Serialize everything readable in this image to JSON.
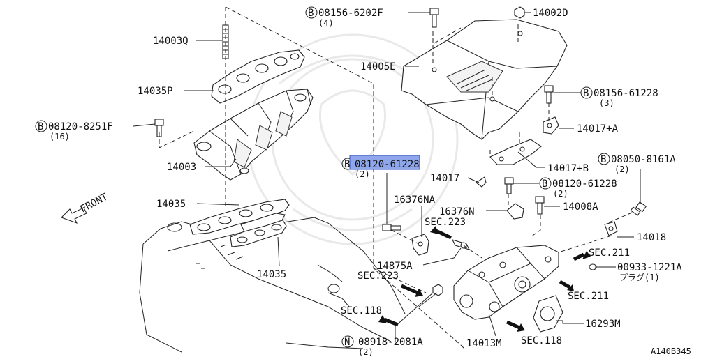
{
  "diagram": {
    "code": "A140B345",
    "front": "FRONT",
    "callouts": {
      "bolt_top_code": "08156-6202F",
      "bolt_top_qty": "(4)",
      "nut_14002d": "14002D",
      "stud_14003q": "14003Q",
      "cover_14005e": "14005E",
      "gasket_14035p": "14035P",
      "bolt_right_code": "08156-61228",
      "bolt_right_qty": "(3)",
      "bolt_left_code": "08120-8251F",
      "bolt_left_qty": "(16)",
      "bracket_14017a": "14017+A",
      "manifold_14003": "14003",
      "selected_bolt_code": "08120-61228",
      "selected_bolt_qty": "(2)",
      "bracket_14017b": "14017+B",
      "bolt_8161a_code": "08050-8161A",
      "bolt_8161a_qty": "(2)",
      "bracket_14017": "14017",
      "bolt_mid_code": "08120-61228",
      "bolt_mid_qty": "(2)",
      "gasket_14035": "14035",
      "hose_16376na": "16376NA",
      "hose_16376n": "16376N",
      "bolt_14008a": "14008A",
      "sec223_a": "SEC.223",
      "bracket_14018": "14018",
      "bracket_14875a": "14875A",
      "sec211_a": "SEC.211",
      "gasket_14035b": "14035",
      "sec223_b": "SEC.223",
      "plug_code": "00933-1221A",
      "plug_text": "プラグ(1)",
      "sec211_b": "SEC.211",
      "sec118_a": "SEC.118",
      "gasket_16293m": "16293M",
      "nut_n_code": "08918-2081A",
      "nut_n_qty": "(2)",
      "collector_14013m": "14013M",
      "sec118_b": "SEC.118"
    },
    "badges": {
      "b": "B",
      "n": "N"
    }
  }
}
